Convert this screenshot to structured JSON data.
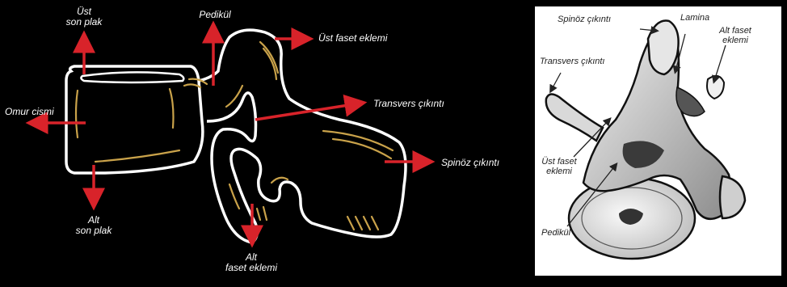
{
  "left_labels": {
    "ust_son_plak_1": "Üst",
    "ust_son_plak_2": "son plak",
    "pedikul": "Pedikül",
    "ust_faset": "Üst faset eklemi",
    "transvers": "Transvers çıkıntı",
    "omur_cismi": "Omur cismi",
    "spinoz": "Spinöz çıkıntı",
    "alt_son_plak_1": "Alt",
    "alt_son_plak_2": "son plak",
    "alt_faset_1": "Alt",
    "alt_faset_2": "faset eklemi"
  },
  "right_labels": {
    "spinoz": "Spinöz çıkıntı",
    "lamina": "Lamina",
    "alt_faset_1": "Alt faset",
    "alt_faset_2": "eklemi",
    "transvers": "Transvers çıkıntı",
    "ust_faset_1": "Üst faset",
    "ust_faset_2": "eklemi",
    "pedikul": "Pedikül"
  },
  "colors": {
    "background": "#000000",
    "outline": "#ffffff",
    "arrow": "#d8232a",
    "texture": "#c9a24a",
    "panel": "#ffffff"
  }
}
